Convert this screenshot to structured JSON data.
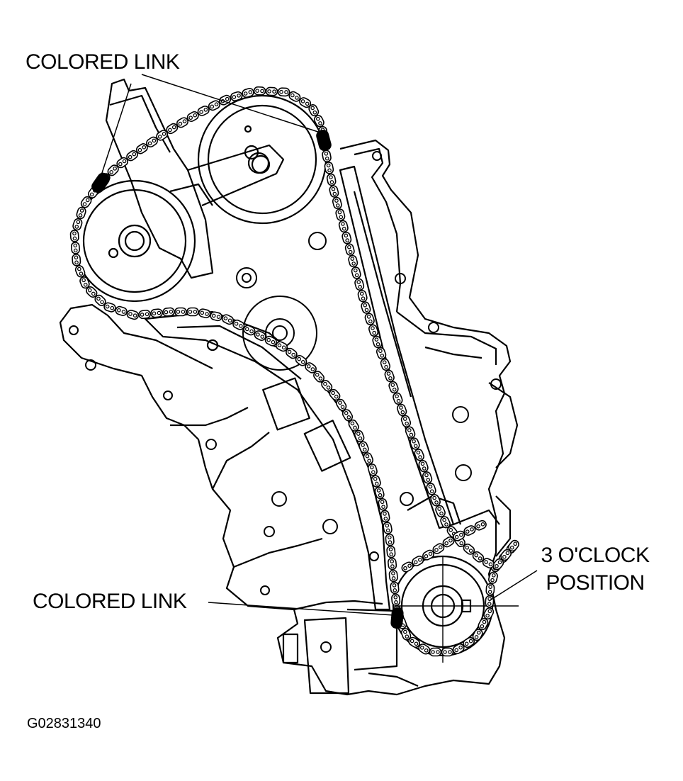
{
  "labels": {
    "colored_link_top": "COLORED LINK",
    "colored_link_bottom": "COLORED LINK",
    "three_oclock_line1": "3 O'CLOCK",
    "three_oclock_line2": "POSITION"
  },
  "figure_id": "G02831340",
  "colors": {
    "line": "#000000",
    "background": "#ffffff",
    "colored_link": "#000000"
  }
}
